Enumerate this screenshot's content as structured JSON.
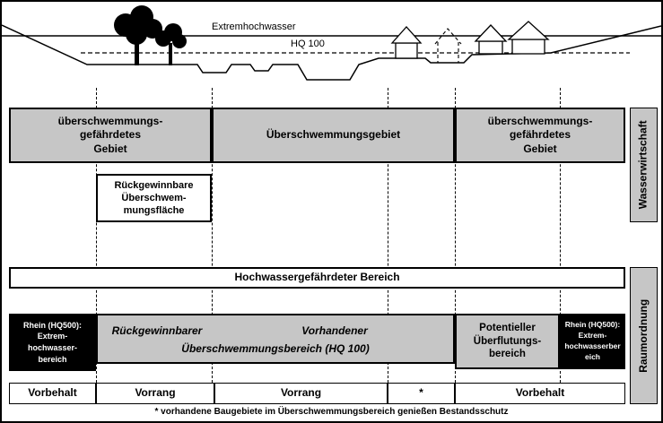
{
  "terrain": {
    "extreme_flood_label": "Extremhochwasser",
    "hq100_label": "HQ 100"
  },
  "water_management": {
    "side_label": "Wasserwirtschaft",
    "flood_prone_left": "überschwemmungs-\ngefährdetes\nGebiet",
    "flood_area": "Überschwemmungsgebiet",
    "flood_prone_right": "überschwemmungs-\ngefährdetes\nGebiet",
    "reclaimable": "Rückgewinnbare\nÜberschwem-\nmungsfläche"
  },
  "spatial_planning": {
    "side_label": "Raumordnung",
    "hazard_area": "Hochwassergefährdeter Bereich",
    "rhein_left": "Rhein (HQ500):\nExtrem-\nhochwasser-\nbereich",
    "reclaimable_zone": "Rückgewinnbarer",
    "existing_zone": "Vorhandener",
    "flood_zone_hq100": "Überschwemmungsbereich (HQ 100)",
    "potential_zone": "Potentieller\nÜberflutungs-\nbereich",
    "rhein_right": "Rhein (HQ500):\nExtrem-\nhochwasserber\neich",
    "designations": [
      "Vorbehalt",
      "Vorrang",
      "Vorrang",
      "*",
      "Vorbehalt"
    ]
  },
  "footnote": "* vorhandene Baugebiete im Überschwemmungsbereich genießen Bestandsschutz",
  "colors": {
    "zone_box_gray": "#c6c6c6",
    "box_black": "#000000",
    "background": "#ffffff",
    "line_black": "#000000"
  }
}
